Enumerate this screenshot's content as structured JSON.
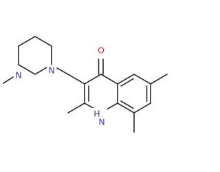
{
  "molecule": {
    "atoms": {
      "oxygen": "O",
      "piperazine_n1": "N",
      "piperazine_n4": "N",
      "ring_nh": "H",
      "ring_n": "N"
    },
    "colors": {
      "bond": "#333333",
      "oxygen": "#e8242b",
      "nitrogen": "#3434cf"
    }
  }
}
